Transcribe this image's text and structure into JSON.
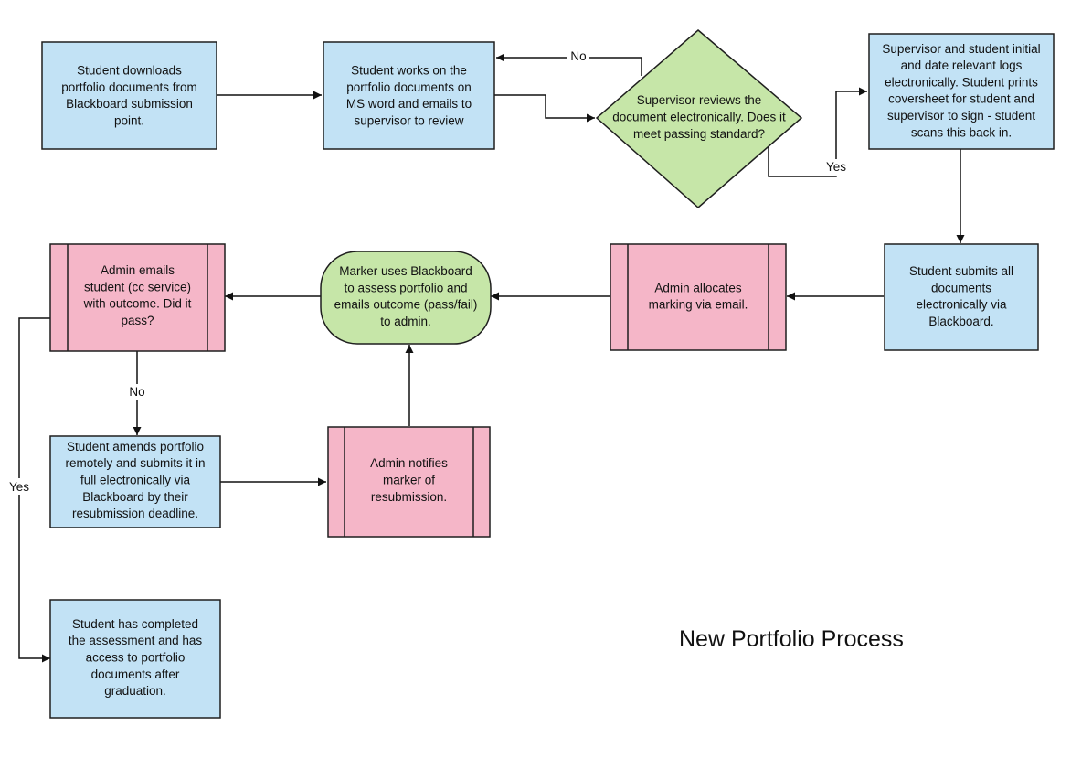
{
  "title": "New Portfolio Process",
  "colors": {
    "process": "#c2e2f5",
    "subprocess": "#f5b6c8",
    "decision": "#c6e6a8"
  },
  "nodes": {
    "download": [
      "Student downloads",
      "portfolio documents from",
      "Blackboard submission",
      "point."
    ],
    "works": [
      "Student works on the",
      "portfolio documents on",
      "MS word and emails to",
      "supervisor to review"
    ],
    "review": [
      "Supervisor reviews the",
      "document electronically. Does it",
      "meet passing standard?"
    ],
    "initial": [
      "Supervisor and student initial",
      "and date relevant logs",
      "electronically. Student prints",
      "coversheet for student and",
      "supervisor to sign - student",
      "scans this back in."
    ],
    "submit_all": [
      "Student submits all",
      "documents",
      "electronically via",
      "Blackboard."
    ],
    "allocate": [
      "Admin allocates",
      "marking via email."
    ],
    "marker": [
      "Marker uses Blackboard",
      "to assess portfolio and",
      "emails outcome (pass/fail)",
      "to admin."
    ],
    "admin_email": [
      "Admin emails",
      "student (cc service)",
      "with outcome. Did it",
      "pass?"
    ],
    "amend": [
      "Student amends portfolio",
      "remotely and submits it in",
      "full electronically via",
      "Blackboard by their",
      "resubmission deadline."
    ],
    "notify": [
      "Admin notifies",
      "marker of",
      "resubmission."
    ],
    "completed": [
      "Student has completed",
      "the assessment and has",
      "access to portfolio",
      "documents after",
      "graduation."
    ]
  },
  "edge_labels": {
    "review_no": "No",
    "review_yes": "Yes",
    "pass_no": "No",
    "pass_yes": "Yes"
  }
}
